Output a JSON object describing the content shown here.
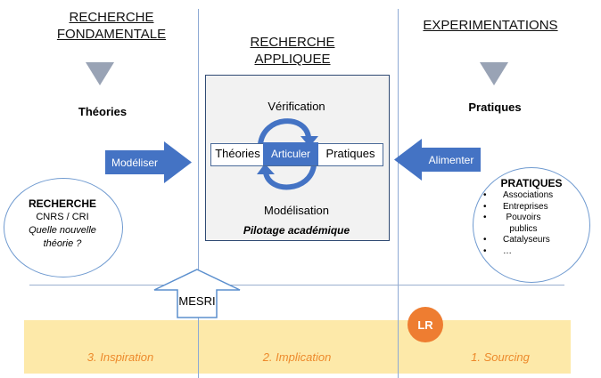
{
  "columns": {
    "left": {
      "title_line1": "RECHERCHE",
      "title_line2": "FONDAMENTALE",
      "label": "Théories"
    },
    "middle": {
      "title_line1": "RECHERCHE",
      "title_line2": "APPLIQUEE"
    },
    "right": {
      "title": "EXPERIMENTATIONS",
      "label": "Pratiques"
    }
  },
  "arrows": {
    "left_label": "Modéliser",
    "right_label": "Alimenter",
    "up_label": "MESRI"
  },
  "center_box": {
    "top_label": "Vérification",
    "left_cell": "Théories",
    "middle_cell": "Articuler",
    "right_cell": "Pratiques",
    "bottom_label": "Modélisation",
    "caption": "Pilotage académique"
  },
  "left_ellipse": {
    "title": "RECHERCHE",
    "line2": "CNRS / CRI",
    "line3": "Quelle nouvelle",
    "line4": "théorie ?"
  },
  "right_ellipse": {
    "title": "PRATIQUES",
    "items": [
      "Associations",
      "Entreprises",
      "Pouvoirs publics",
      "Catalyseurs",
      "…"
    ]
  },
  "band": {
    "left": "3. Inspiration",
    "middle": "2. Implication",
    "right": "1. Sourcing"
  },
  "badge": "LR",
  "colors": {
    "arrow_blue": "#4473c4",
    "band_yellow": "#fde9a9",
    "band_text": "#ed8a2c",
    "badge_orange": "#ee7d31"
  }
}
